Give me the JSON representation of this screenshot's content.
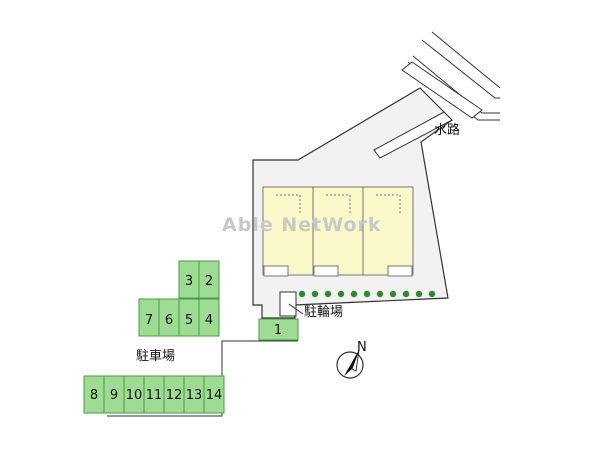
{
  "labels": {
    "waterway": "水路",
    "bicycle_parking": "駐輪場",
    "parking": "駐車場",
    "watermark": "Able NetWork",
    "north": "N"
  },
  "parking_spaces": {
    "row_top": [
      "3",
      "2"
    ],
    "row_middle": [
      "7",
      "6",
      "5",
      "4"
    ],
    "single": "1",
    "row_bottom": [
      "8",
      "9",
      "10",
      "11",
      "12",
      "13",
      "14"
    ]
  },
  "colors": {
    "site_fill": "#f2f2f2",
    "building_fill": "#fbf8c9",
    "parking_fill": "#9fdc93",
    "parking_stroke": "#4a9c44",
    "hedge": "#2f8a2f",
    "watermark": "#c8c8c8"
  },
  "icons": {
    "north_arrow": "compass-north-icon"
  }
}
